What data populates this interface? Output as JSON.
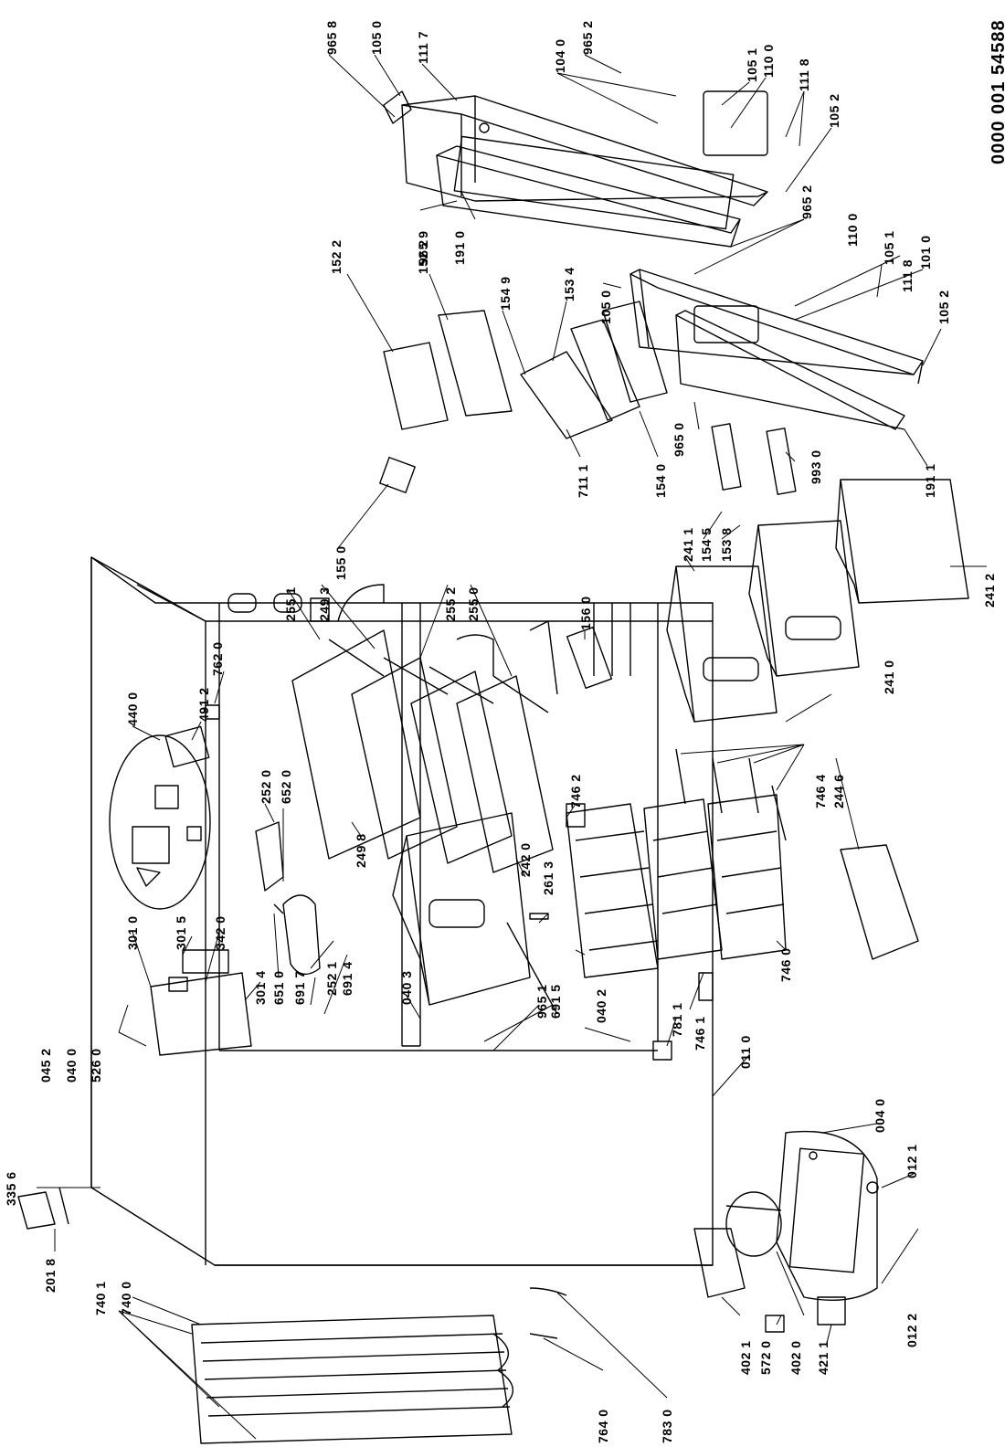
{
  "document_id": "0000 001 54588",
  "part_labels": [
    "965 8",
    "105 0",
    "111 7",
    "104 0",
    "965 2",
    "105 1",
    "110 0",
    "111 8",
    "105 2",
    "965 9",
    "191 0",
    "152 2",
    "152 2",
    "154 9",
    "153 4",
    "105 0",
    "965 2",
    "110 0",
    "105 1",
    "111 8",
    "101 0",
    "105 2",
    "711 1",
    "154 0",
    "965 0",
    "191 1",
    "993 0",
    "155 0",
    "255 1",
    "249 3",
    "255 2",
    "255 0",
    "241 1",
    "154 5",
    "153 8",
    "241 2",
    "762 0",
    "491 2",
    "440 0",
    "156 0",
    "241 0",
    "252 0",
    "652 0",
    "249 8",
    "242 0",
    "261 3",
    "746 2",
    "746 4",
    "244 6",
    "301 0",
    "301 5",
    "342 0",
    "301 4",
    "651 0",
    "691 7",
    "252 1",
    "691 4",
    "040 3",
    "965 1",
    "691 5",
    "746 0",
    "045 2",
    "040 0",
    "526 0",
    "040 2",
    "781 1",
    "746 1",
    "011 0",
    "004 0",
    "335 6",
    "201 8",
    "012 1",
    "740 1",
    "740 0",
    "012 2",
    "402 1",
    "572 0",
    "402 0",
    "421 1",
    "764 0",
    "783 0"
  ]
}
